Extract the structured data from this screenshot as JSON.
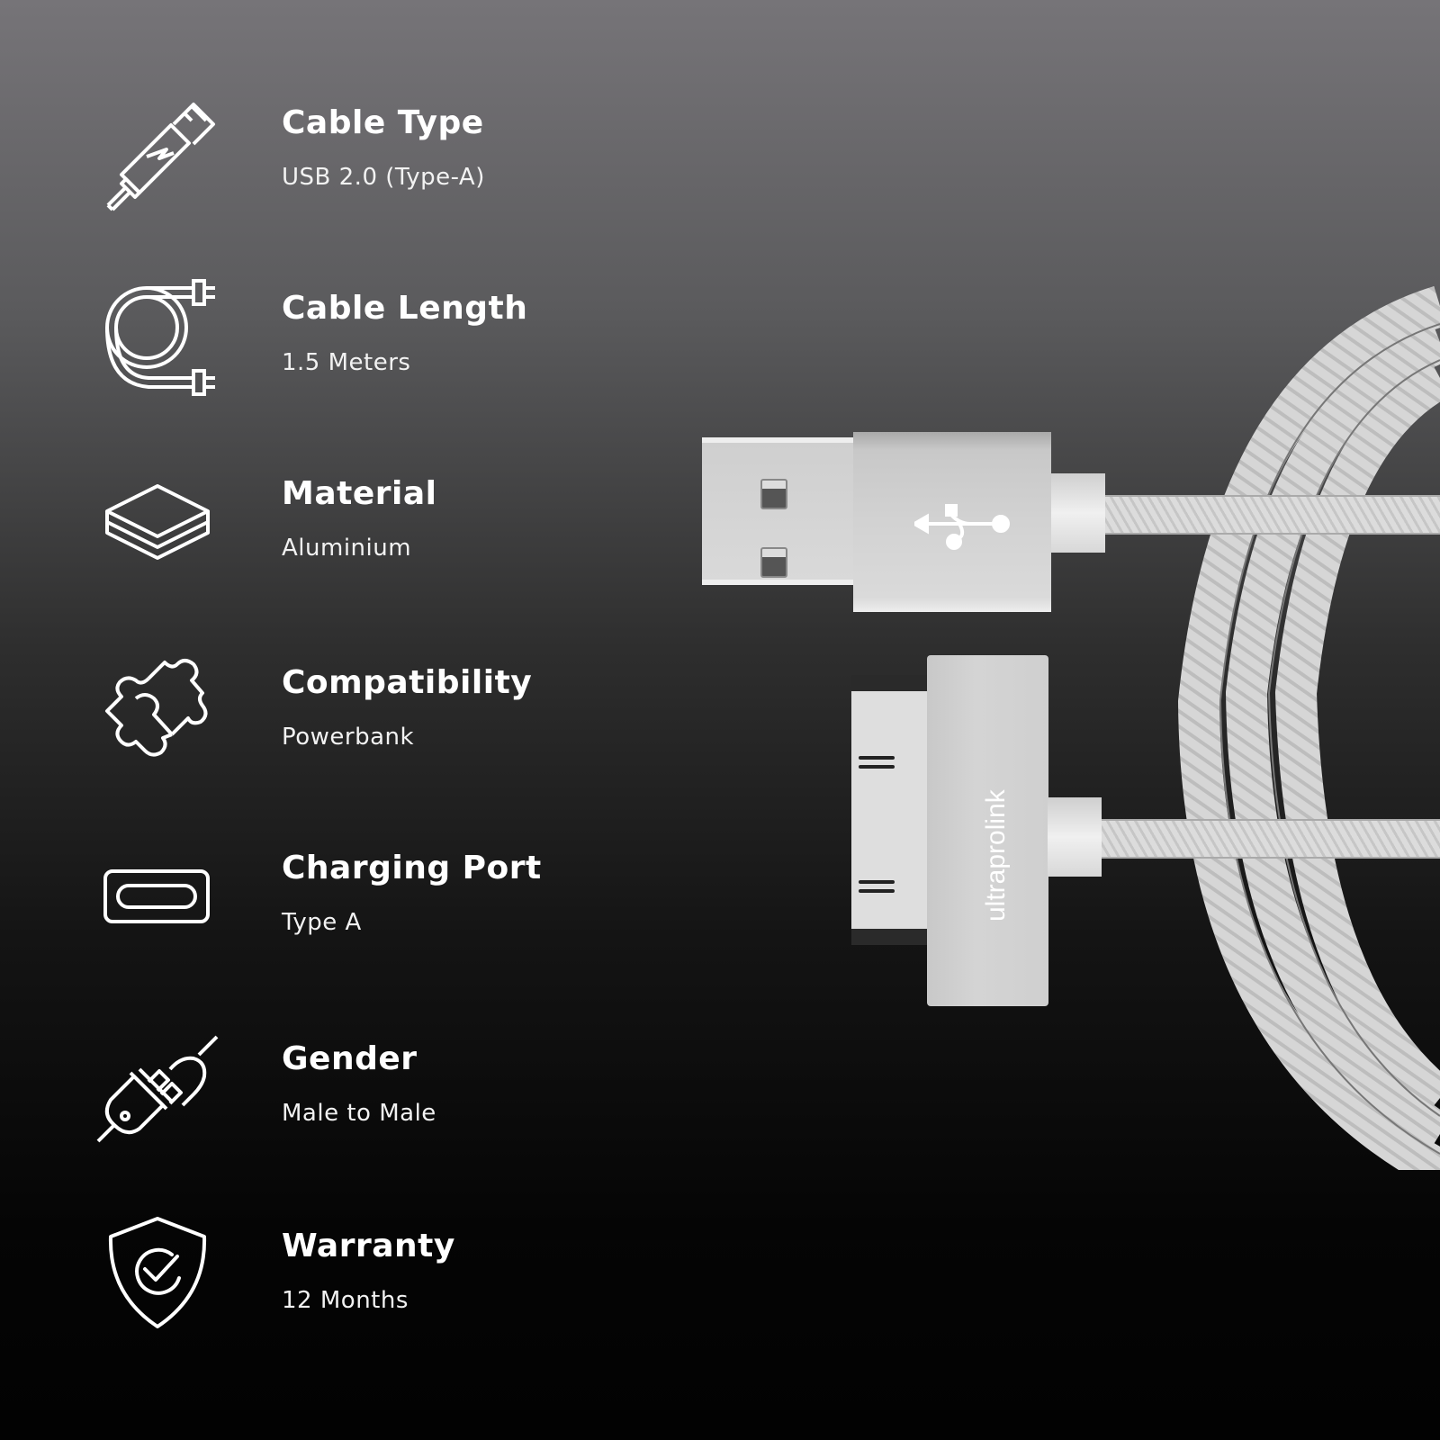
{
  "specs": [
    {
      "title": "Cable Type",
      "value": "USB 2.0 (Type-A)",
      "icon": "usb-charging-plug-icon"
    },
    {
      "title": "Cable Length",
      "value": "1.5 Meters",
      "icon": "coiled-cable-icon"
    },
    {
      "title": "Material",
      "value": "Aluminium",
      "icon": "layers-icon"
    },
    {
      "title": "Compatibility",
      "value": "Powerbank",
      "icon": "puzzle-pieces-icon"
    },
    {
      "title": "Charging Port",
      "value": "Type A",
      "icon": "port-icon"
    },
    {
      "title": "Gender",
      "value": "Male to Male",
      "icon": "plug-connection-icon"
    },
    {
      "title": "Warranty",
      "value": "12 Months",
      "icon": "shield-check-icon"
    }
  ],
  "product": {
    "brand": "ultraprolink",
    "connector_a": "USB Type-A",
    "connector_b": "30-pin dock connector",
    "cable_color": "#d9d9d9"
  },
  "colors": {
    "background_top": "#767478",
    "background_bottom": "#020202",
    "text": "#ffffff"
  }
}
